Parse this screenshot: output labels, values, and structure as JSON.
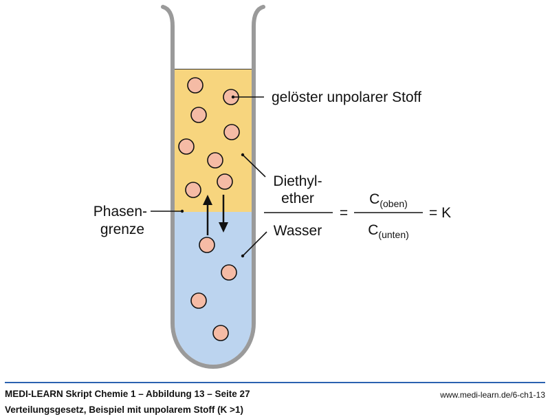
{
  "diagram": {
    "title": "Verteilungsgesetz",
    "labels": {
      "solute": "gelöster unpolarer Stoff",
      "ether_line1": "Diethyl-",
      "ether_line2": "ether",
      "water": "Wasser",
      "boundary_line1": "Phasen-",
      "boundary_line2": "grenze"
    },
    "equation": {
      "equals1": "=",
      "numerator_base": "C",
      "numerator_sub": "(oben)",
      "denominator_base": "C",
      "denominator_sub": "(unten)",
      "result": "= K"
    },
    "colors": {
      "ether": "#f7d57e",
      "water": "#bcd4ef",
      "particle": "#f5bba5",
      "tube": "#9a9a9a",
      "accent": "#2a62b0"
    },
    "particles": {
      "upper_phase_count": 8,
      "lower_phase_count": 4
    }
  },
  "footer": {
    "title": "MEDI-LEARN Skript Chemie 1 – Abbildung 13 – Seite 27",
    "caption": "Verteilungsgesetz, Beispiel mit unpolarem Stoff (K >1)",
    "url": "www.medi-learn.de/6-ch1-13"
  }
}
